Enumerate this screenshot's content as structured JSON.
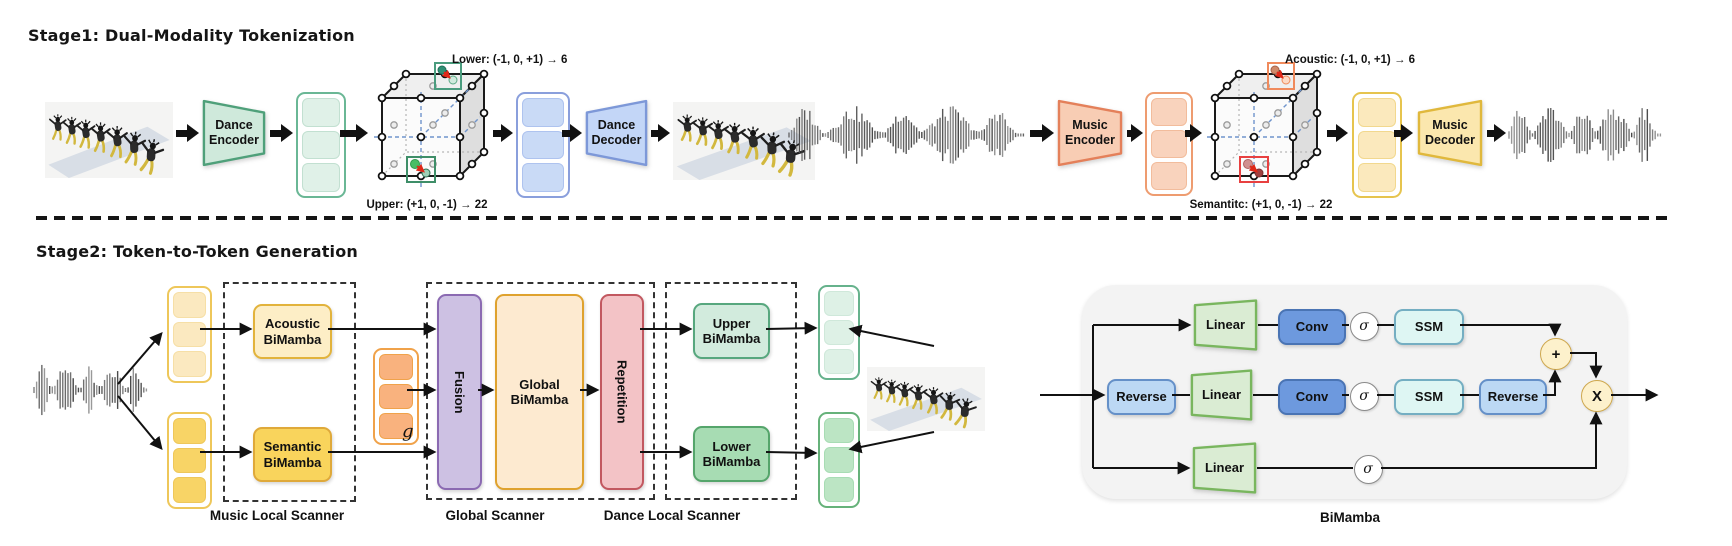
{
  "stage1": {
    "title": "Stage1: Dual-Modality Tokenization",
    "dance": {
      "encoder_label": "Dance Encoder",
      "decoder_label": "Dance Decoder",
      "cube": {
        "top_label": "Lower: (-1, 0, +1) → 6",
        "bottom_label": "Upper: (+1, 0, -1) → 22"
      }
    },
    "music": {
      "encoder_label": "Music Encoder",
      "decoder_label": "Music Decoder",
      "cube": {
        "top_label": "Acoustic: (-1, 0, +1)  → 6",
        "bottom_label": "Semantitc: (+1, 0, -1) → 22"
      }
    }
  },
  "stage2": {
    "title": "Stage2: Token-to-Token Generation",
    "music_local_scanner": {
      "label": "Music Local Scanner",
      "acoustic_bimamba": "Acoustic BiMamba",
      "semantic_bimamba": "Semantic BiMamba"
    },
    "global_scanner": {
      "label": "Global Scanner",
      "fusion": "Fusion",
      "global_bimamba": "Global BiMamba",
      "repetition": "Repetition",
      "g_token_label": "g"
    },
    "dance_local_scanner": {
      "label": "Dance Local Scanner",
      "upper_bimamba": "Upper BiMamba",
      "lower_bimamba": "Lower BiMamba"
    }
  },
  "bimamba": {
    "title": "BiMamba",
    "linear": "Linear",
    "conv": "Conv",
    "reverse": "Reverse",
    "ssm": "SSM",
    "sigma": "σ",
    "add": "+",
    "multiply": "X"
  },
  "colors": {
    "dance_green": "#4fa07a",
    "dance_blue": "#7d98d8",
    "music_orange": "#e4805a",
    "music_yellow": "#e0b83c",
    "acoustic_yellow": "#e2b33c",
    "semantic_yellow": "#dfa93a",
    "fusion_purple": "#8b6ab2",
    "global_peach": "#dfa22e",
    "repetition_red": "#c25860",
    "upper_green": "#57a77e",
    "lower_green": "#55a56b",
    "linear_green": "#79b65e",
    "conv_blue": "#6d99de",
    "reverse_blue": "#6590c8",
    "ssm_cyan": "#74aec2",
    "operator_yellow": "#cfa84e",
    "panel_grey": "#f3f3f3",
    "arrow_black": "#111111",
    "highlight_red": "#e02818"
  }
}
